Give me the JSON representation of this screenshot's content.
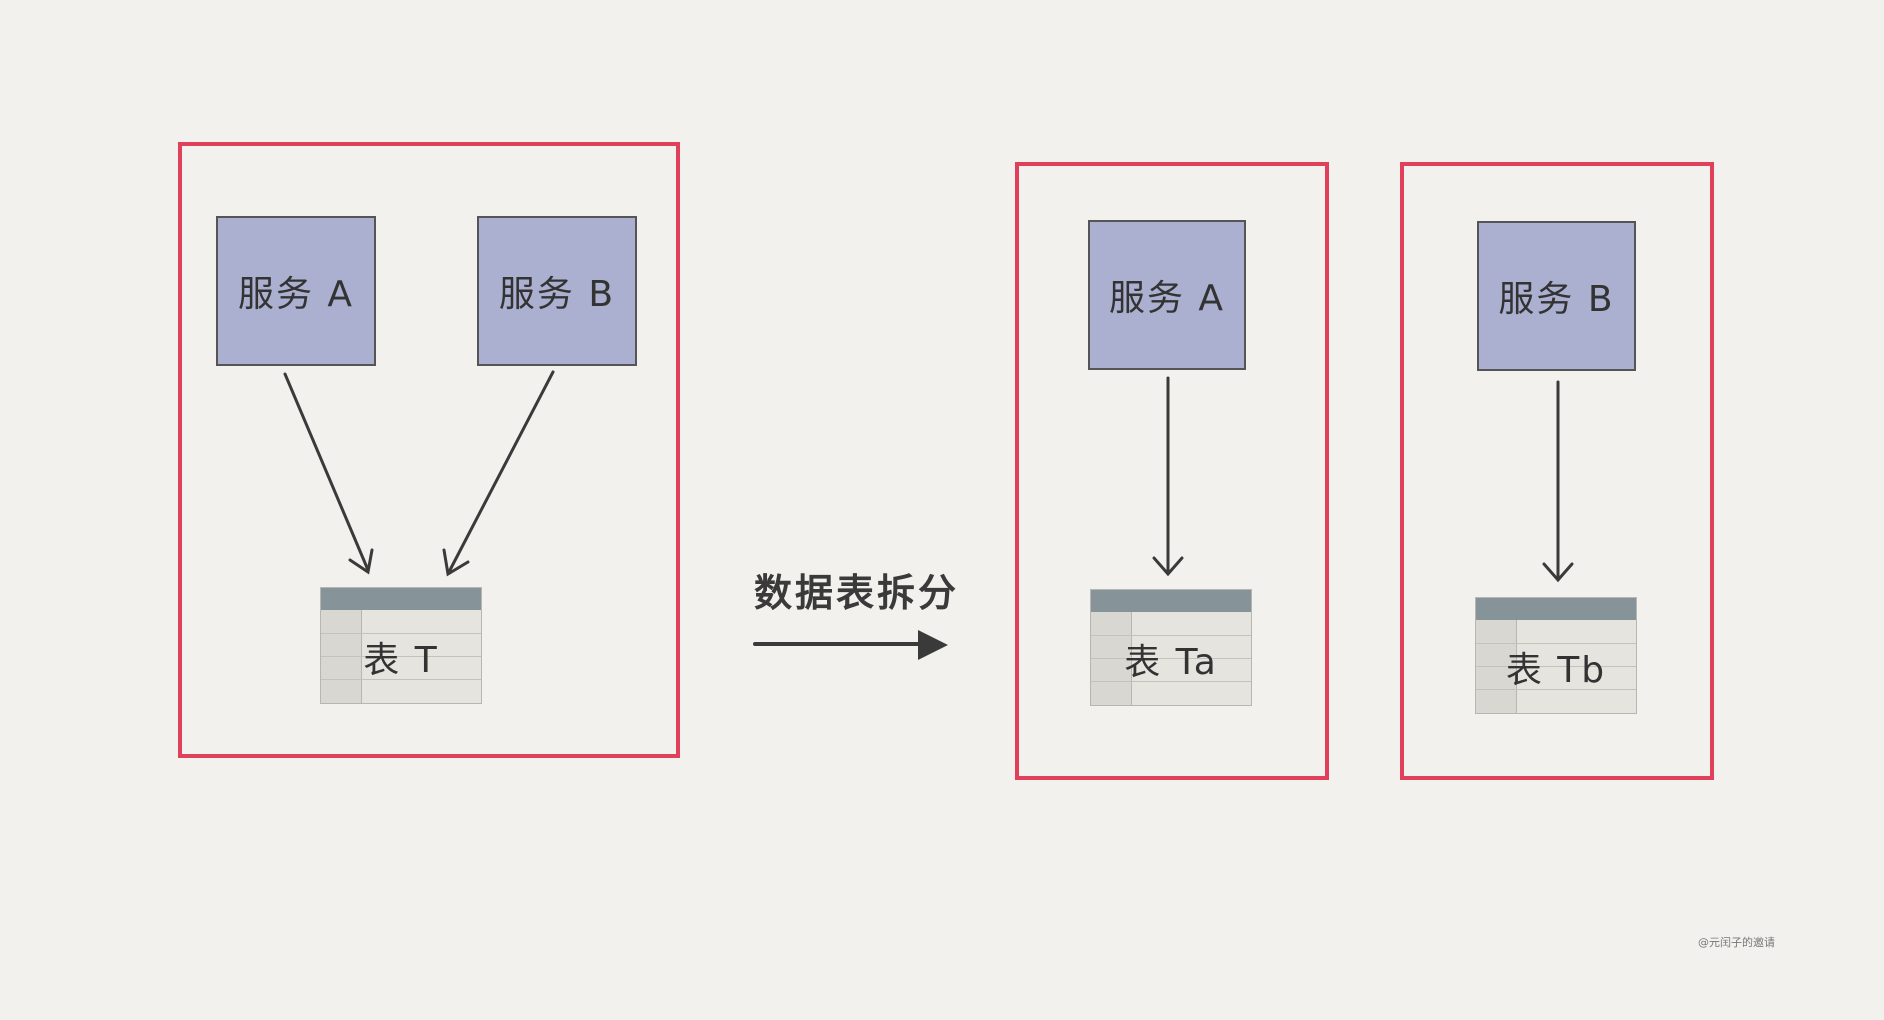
{
  "diagram": {
    "caption": "数据表拆分",
    "before": {
      "service_a": "服务 A",
      "service_b": "服务 B",
      "table": "表 T"
    },
    "after": {
      "group_a": {
        "service": "服务 A",
        "table": "表 Ta"
      },
      "group_b": {
        "service": "服务 B",
        "table": "表 Tb"
      }
    },
    "watermark": "@元闰子的邀请"
  },
  "colors": {
    "frame": "#e0405a",
    "service_fill": "#abb0d0",
    "table_header": "#86949a",
    "arrow": "#3a3a3a",
    "background": "#f2f1ee"
  }
}
